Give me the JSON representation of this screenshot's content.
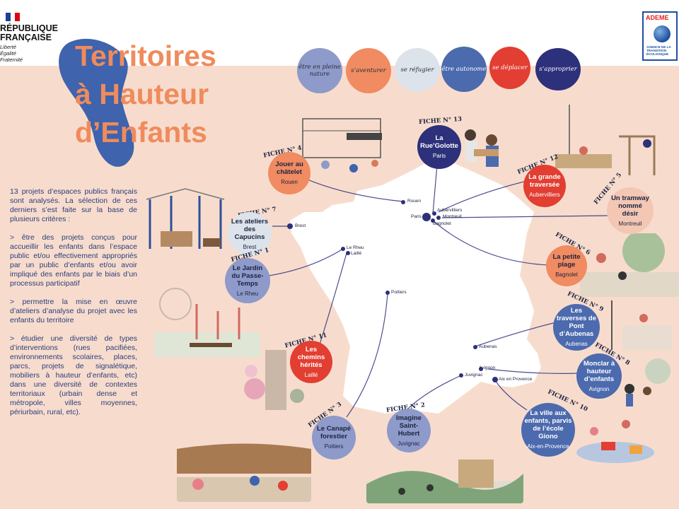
{
  "header": {
    "republique_line1": "RÉPUBLIQUE",
    "republique_line2": "FRANÇAISE",
    "motto1": "Liberté",
    "motto2": "Égalité",
    "motto3": "Fraternité",
    "ademe_name": "ADEME",
    "ademe_sub": "AGENCE DE LA TRANSITION ÉCOLOGIQUE"
  },
  "title": {
    "line1": "Territoires",
    "line2": "à Hauteur",
    "line3": "d’Enfants"
  },
  "themes": [
    {
      "label": "être en pleine nature",
      "color": "#8e9ac9"
    },
    {
      "label": "s’aventurer",
      "color": "#f08b62"
    },
    {
      "label": "se réfugier",
      "color": "#dde3ea"
    },
    {
      "label": "être autonome",
      "color": "#4c6aae"
    },
    {
      "label": "se déplacer",
      "color": "#e23e32"
    },
    {
      "label": "s’approprier",
      "color": "#2d307a"
    }
  ],
  "description": {
    "p1": "13 projets d’espaces publics français sont analysés. La sélection de ces derniers s’est faite sur la base de plusieurs critères :",
    "p2": "> être des projets conçus pour accueillir les enfants dans l’espace public et/ou effectivement appropriés par un public d’enfants et/ou avoir impliqué des enfants par le biais d’un processus participatif",
    "p3": "> permettre la mise en œuvre d’ateliers d’analyse du projet avec les enfants du territoire",
    "p4": "> étudier une diversité de types d’interventions (rues pacifiées, environnements scolaires, places, parcs, projets de signalétique, mobiliers à hauteur d’enfants, etc) dans une diversité de contextes territoriaux (urbain dense et métropole, villes moyennes, périurbain, rural, etc)."
  },
  "fiches": [
    {
      "label": "FICHE N° 13",
      "name": "La Rue’Golotte",
      "city": "Paris",
      "color": "#2d307a"
    },
    {
      "label": "FICHE N° 4",
      "name": "Jouer au châtelet",
      "city": "Rouen",
      "color": "#f08b62"
    },
    {
      "label": "FICHE N° 12",
      "name": "La grande traversée",
      "city": "Aubervilliers",
      "color": "#e23e32"
    },
    {
      "label": "FICHE N° 5",
      "name": "Un tramway nommé désir",
      "city": "Montreuil",
      "color": "#f3c7b4"
    },
    {
      "label": "FICHE N° 7",
      "name": "Les ateliers des Capucins",
      "city": "Brest",
      "color": "#dde3ea"
    },
    {
      "label": "FICHE N° 1",
      "name": "Le Jardin du Passe-Temps",
      "city": "Le Rheu",
      "color": "#8e9ac9"
    },
    {
      "label": "FICHE N° 6",
      "name": "La petite plage",
      "city": "Bagnolet",
      "color": "#f08b62"
    },
    {
      "label": "FICHE N° 9",
      "name": "Les traverses de Pont d’Aubenas",
      "city": "Aubenas",
      "color": "#4c6aae"
    },
    {
      "label": "FICHE N° 11",
      "name": "Les chemins hérités",
      "city": "Laillé",
      "color": "#e23e32"
    },
    {
      "label": "FICHE N° 8",
      "name": "Monclar à hauteur d’enfants",
      "city": "Avignon",
      "color": "#4c6aae"
    },
    {
      "label": "FICHE N° 3",
      "name": "Le Canapé forestier",
      "city": "Poitiers",
      "color": "#8e9ac9"
    },
    {
      "label": "FICHE N° 2",
      "name": "Imagine Saint-Hubert",
      "city": "Juvignac",
      "color": "#8e9ac9"
    },
    {
      "label": "FICHE N° 10",
      "name": "La ville aux enfants, parvis de l’école Giono",
      "city": "Aix-en-Provence",
      "color": "#4c6aae"
    }
  ],
  "map_cities": {
    "rouen": "Rouen",
    "aubervilliers": "Aubervilliers",
    "paris": "Paris",
    "montreuil": "Montreuil",
    "bagnolet": "Bagnolet",
    "brest": "Brest",
    "lerheu": "Le Rheu",
    "laille": "Laillé",
    "poitiers": "Poitiers",
    "aubenas": "Aubenas",
    "avignon": "Avignon",
    "juvignac": "Juvignac",
    "aix": "Aix en Provence"
  }
}
